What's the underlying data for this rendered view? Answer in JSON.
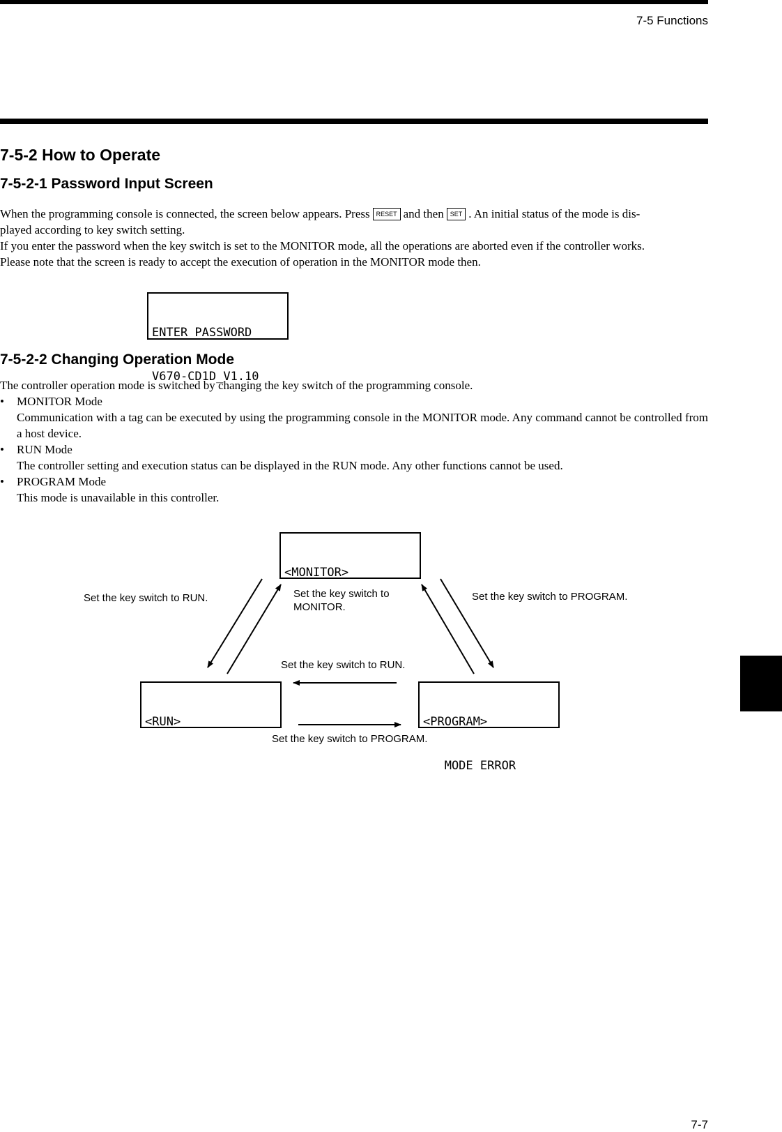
{
  "header": {
    "section": "7-5 Functions"
  },
  "page_number": "7-7",
  "section": {
    "title": "7-5-2  How to Operate"
  },
  "password": {
    "title": "7-5-2-1  Password Input Screen",
    "line1_a": "When the programming console is connected, the screen below appears.  Press",
    "key_reset": "RESET",
    "line1_b": "and then",
    "key_set": "SET",
    "line1_c": ".  An initial status of the mode is dis-",
    "line2": "played according to key switch setting.",
    "line3": "If you enter the password when the key switch is set to the MONITOR mode, all the operations are aborted even if the controller works.",
    "line4": "Please note that the screen is ready to accept the execution of operation in the MONITOR mode then.",
    "screen": {
      "line1": "ENTER PASSWORD",
      "line2": "V670-CD1D_V1.10"
    }
  },
  "mode": {
    "title": "7-5-2-2  Changing Operation Mode",
    "intro": "The controller operation mode is switched by changing the key switch of the programming console.",
    "items": [
      {
        "name": "MONITOR Mode",
        "desc": "Communication with a tag can be executed by using the programming console in the MONITOR mode.  Any command cannot be controlled from a host device."
      },
      {
        "name": "RUN Mode",
        "desc": "The controller setting and execution status can be displayed in the RUN mode.  Any other functions cannot be used."
      },
      {
        "name": "PROGRAM Mode",
        "desc": "This mode is unavailable in this controller."
      }
    ],
    "bullet": "•"
  },
  "diagram": {
    "monitor_screen": "<MONITOR>",
    "run_screen": "<RUN>",
    "program_screen_1": "<PROGRAM>",
    "program_screen_2": "   MODE ERROR",
    "label_to_run_left": "Set the key switch to RUN.",
    "label_to_monitor_1": "Set the key switch to",
    "label_to_monitor_2": "MONITOR.",
    "label_to_program_right": "Set the key switch to PROGRAM.",
    "label_to_run_bottom": "Set the key switch to RUN.",
    "label_to_program_bottom": "Set the key switch to PROGRAM."
  }
}
